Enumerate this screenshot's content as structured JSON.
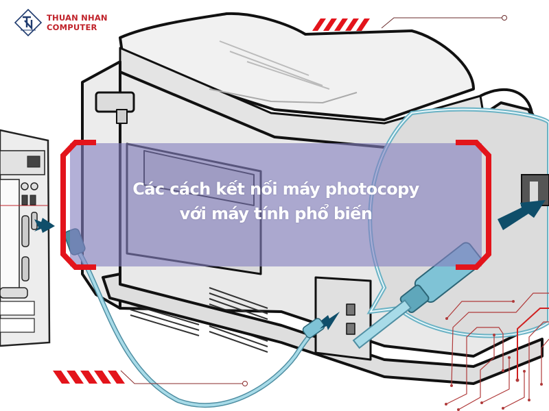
{
  "brand": {
    "name_line1": "THUAN NHAN",
    "name_line2": "COMPUTER",
    "logo_icon": "tn-diamond-logo-icon",
    "brand_color": "#c0222a"
  },
  "article": {
    "title_line1": "Các cách kết nối máy photocopy",
    "title_line2": "với máy tính phổ biến"
  },
  "colors": {
    "overlay": "#8480be",
    "bracket_red": "#e3141b",
    "cable_blue": "#7fc3d6",
    "arrow_navy": "#0f4e6a",
    "circuit_red": "#b03a3a"
  },
  "illustration": {
    "subject": "photocopier-rear-with-usb-cable-to-pc",
    "icons": [
      "photocopier-icon",
      "computer-tower-icon",
      "usb-cable-icon",
      "insert-arrow-icon",
      "magnifier-callout-icon",
      "circuit-lines-icon",
      "hazard-stripes-icon"
    ]
  }
}
